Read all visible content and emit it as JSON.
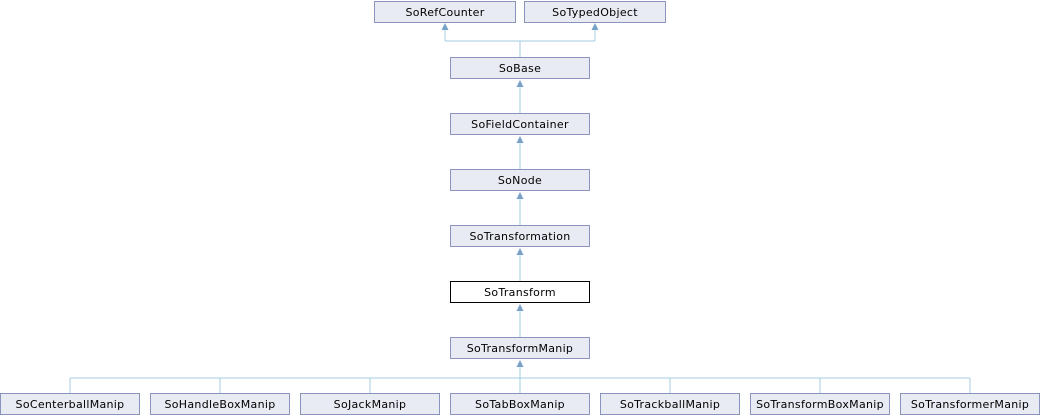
{
  "diagram": {
    "kind": "class-inheritance-graph",
    "current_node": "SoTransform",
    "colors": {
      "background": "#ffffff",
      "node_fill": "#e8ebf4",
      "node_border": "#8a94be",
      "current_node_fill": "#ffffff",
      "current_node_border": "#000000",
      "edge_line": "#a4cce6",
      "edge_arrowhead": "#76a2c8",
      "text": "#000000"
    },
    "nodes": [
      {
        "label": "SoRefCounter"
      },
      {
        "label": "SoTypedObject"
      },
      {
        "label": "SoBase"
      },
      {
        "label": "SoFieldContainer"
      },
      {
        "label": "SoNode"
      },
      {
        "label": "SoTransformation"
      },
      {
        "label": "SoTransform"
      },
      {
        "label": "SoTransformManip"
      },
      {
        "label": "SoCenterballManip"
      },
      {
        "label": "SoHandleBoxManip"
      },
      {
        "label": "SoJackManip"
      },
      {
        "label": "SoTabBoxManip"
      },
      {
        "label": "SoTrackballManip"
      },
      {
        "label": "SoTransformBoxManip"
      },
      {
        "label": "SoTransformerManip"
      }
    ],
    "edges": [
      {
        "derived": "SoBase",
        "base": "SoRefCounter"
      },
      {
        "derived": "SoBase",
        "base": "SoTypedObject"
      },
      {
        "derived": "SoFieldContainer",
        "base": "SoBase"
      },
      {
        "derived": "SoNode",
        "base": "SoFieldContainer"
      },
      {
        "derived": "SoTransformation",
        "base": "SoNode"
      },
      {
        "derived": "SoTransform",
        "base": "SoTransformation"
      },
      {
        "derived": "SoTransformManip",
        "base": "SoTransform"
      },
      {
        "derived": "SoCenterballManip",
        "base": "SoTransformManip"
      },
      {
        "derived": "SoHandleBoxManip",
        "base": "SoTransformManip"
      },
      {
        "derived": "SoJackManip",
        "base": "SoTransformManip"
      },
      {
        "derived": "SoTabBoxManip",
        "base": "SoTransformManip"
      },
      {
        "derived": "SoTrackballManip",
        "base": "SoTransformManip"
      },
      {
        "derived": "SoTransformBoxManip",
        "base": "SoTransformManip"
      },
      {
        "derived": "SoTransformerManip",
        "base": "SoTransformManip"
      }
    ]
  }
}
